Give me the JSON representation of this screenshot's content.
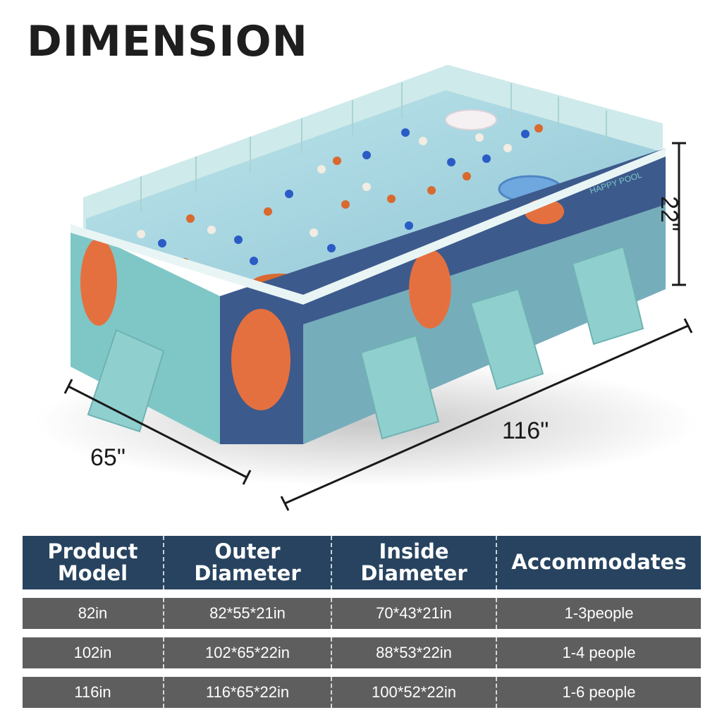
{
  "title": "DIMENSION",
  "dimensions": {
    "height": "22\"",
    "length": "116\"",
    "width": "65\""
  },
  "pool_print": "HAPPY POOL",
  "table": {
    "headers": [
      "Product\nModel",
      "Outer\nDiameter",
      "Inside\nDiameter",
      "Accommodates"
    ],
    "rows": [
      [
        "82in",
        "82*55*21in",
        "70*43*21in",
        "1-3people"
      ],
      [
        "102in",
        "102*65*22in",
        "88*53*22in",
        "1-4 people"
      ],
      [
        "116in",
        "116*65*22in",
        "100*52*22in",
        "1-6 people"
      ]
    ]
  },
  "colors": {
    "header_bg": "#27435f",
    "row_bg": "#5e5e5e",
    "pool_navy": "#3c5a8c",
    "pool_aqua": "#8fd0cf",
    "accent_orange": "#e5703f"
  }
}
